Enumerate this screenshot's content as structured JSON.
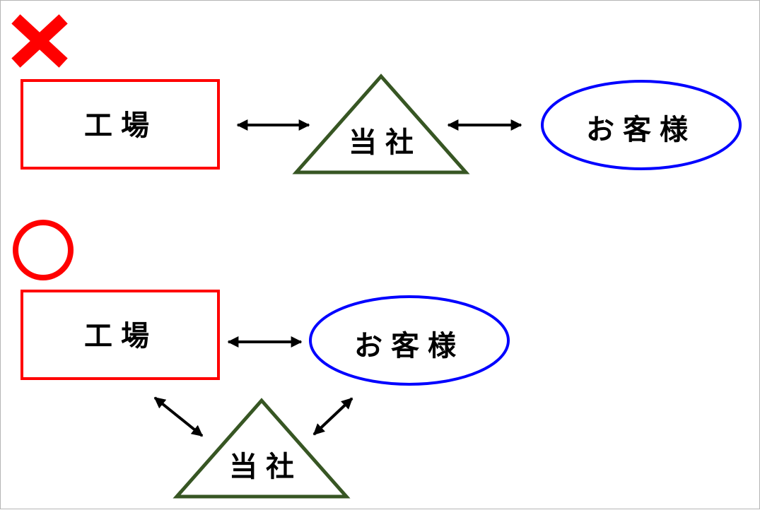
{
  "colors": {
    "wrong_mark": "#ff0000",
    "right_mark": "#ff0000",
    "factory_border": "#ff0000",
    "company_border": "#375623",
    "customer_border": "#0000ff",
    "arrow": "#000000",
    "frame": "#b5b5b5"
  },
  "icons": {
    "wrong": "cross-mark-icon",
    "right": "circle-mark-icon"
  },
  "labels": {
    "factory": "工場",
    "company": "当社",
    "customer": "お客様"
  },
  "wrong_example": {
    "factory": "工場",
    "company": "当社",
    "customer": "お客様"
  },
  "right_example": {
    "factory": "工場",
    "company": "当社",
    "customer": "お客様"
  }
}
